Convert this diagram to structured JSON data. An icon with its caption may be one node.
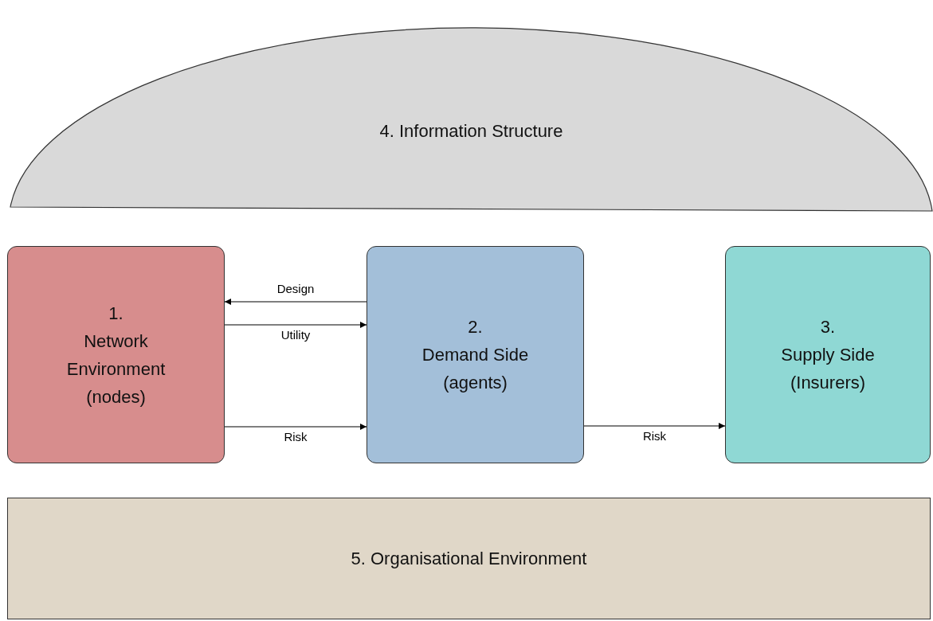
{
  "diagram": {
    "nodes": [
      {
        "text": [
          "4. Information Structure"
        ]
      },
      {
        "text": [
          "1.",
          "Network Environment (nodes)"
        ]
      },
      {
        "text": [
          "2.",
          "Demand Side (agents)"
        ]
      },
      {
        "text": [
          "3.",
          "Supply Side (Insurers)"
        ]
      },
      {
        "text": [
          "5. Organisational Environment"
        ]
      }
    ],
    "edges": [
      {
        "from": 2,
        "to": 1,
        "arrow": "to",
        "label": "Design"
      },
      {
        "from": 1,
        "to": 2,
        "arrow": "to",
        "label": "Utility"
      },
      {
        "from": 1,
        "to": 2,
        "arrow": "to",
        "label": "Risk"
      },
      {
        "from": 2,
        "to": 3,
        "arrow": "to",
        "label": "Risk"
      }
    ]
  }
}
